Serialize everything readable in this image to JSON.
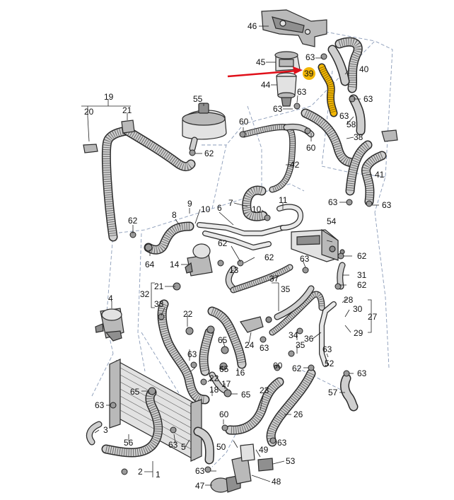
{
  "diagram": {
    "highlighted_part": "39",
    "highlight_color": "#f2b705",
    "arrow_color": "#e0101a",
    "labels": {
      "l46": "46",
      "l63a": "63",
      "l45": "45",
      "l39": "39",
      "l40": "40",
      "l44": "44",
      "l63b": "63",
      "l63c": "63",
      "l63d": "63",
      "l55": "55",
      "l19": "19",
      "l20": "20",
      "l21": "21",
      "l60a": "60",
      "l58": "58",
      "l38": "38",
      "l62a": "62",
      "l60b": "60",
      "l42": "42",
      "l41": "41",
      "l63e": "63",
      "l63f": "63",
      "l9": "9",
      "l7": "7",
      "l11": "11",
      "l8": "8",
      "l10a": "10",
      "l6": "6",
      "l10b": "10",
      "l62b": "62",
      "l54": "54",
      "l64": "64",
      "l62c": "62",
      "l62d": "62",
      "l14": "14",
      "l13": "13",
      "l62e": "62",
      "l63g": "63",
      "l31": "31",
      "l32": "32",
      "l21b": "21",
      "l37": "37",
      "l35a": "35",
      "l62f": "62",
      "l33": "33",
      "l28": "28",
      "l4": "4",
      "l22a": "22",
      "l30": "30",
      "l27": "27",
      "l29": "29",
      "l36": "36",
      "l34": "34",
      "l35b": "35",
      "l63h": "63",
      "l24": "24",
      "l63i": "63",
      "l65a": "65",
      "l63j": "63",
      "l52": "52",
      "l60c": "60",
      "l62g": "62",
      "l65b": "65",
      "l16": "16",
      "l63k": "63",
      "l22b": "22",
      "l65c": "65",
      "l18": "18",
      "l17": "17",
      "l65d": "65",
      "l23": "23",
      "l57": "57",
      "l63l": "63",
      "l3": "3",
      "l60d": "60",
      "l26": "26",
      "l56": "56",
      "l63m": "63",
      "l5": "5",
      "l63n": "63",
      "l50": "50",
      "l49": "49",
      "l1": "1",
      "l2": "2",
      "l63o": "63",
      "l53": "53",
      "l47": "47",
      "l48": "48"
    }
  }
}
